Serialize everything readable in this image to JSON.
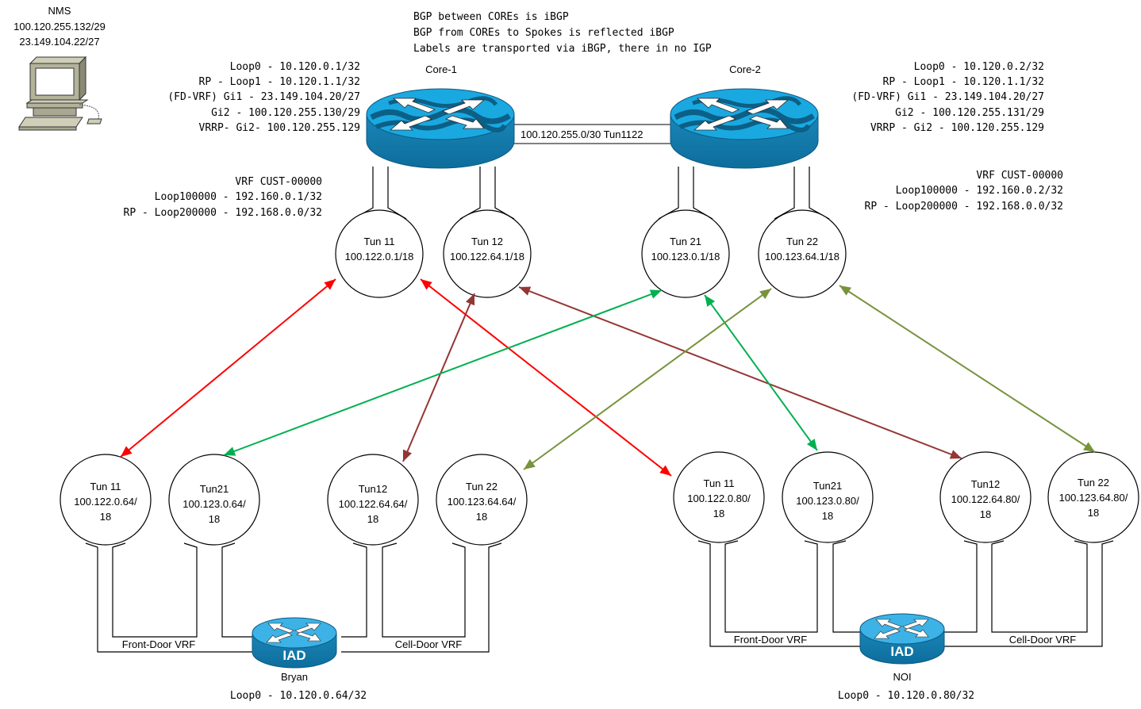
{
  "notes": {
    "lines": [
      "BGP between COREs is iBGP",
      "BGP from COREs to Spokes is reflected iBGP",
      "Labels are transported via iBGP, there in no IGP"
    ]
  },
  "nms": {
    "title": "NMS",
    "ips": [
      "100.120.255.132/29",
      "23.149.104.22/27"
    ],
    "icon": "workstation-icon"
  },
  "core_link": {
    "label": "100.120.255.0/30 Tun1122"
  },
  "cores": [
    {
      "name": "Core-1",
      "icon": "router-icon",
      "interfaces": [
        "Loop0 - 10.120.0.1/32",
        "RP - Loop1 - 10.120.1.1/32",
        "(FD-VRF) Gi1 - 23.149.104.20/27",
        "Gi2 - 100.120.255.130/29",
        "VRRP- Gi2- 100.120.255.129"
      ],
      "vrf": [
        "VRF CUST-00000",
        "Loop100000 - 192.160.0.1/32",
        "RP - Loop200000 - 192.168.0.0/32"
      ],
      "tunnels": [
        {
          "name": "Tun 11",
          "ip": "100.122.0.1/18"
        },
        {
          "name": "Tun 12",
          "ip": "100.122.64.1/18"
        }
      ]
    },
    {
      "name": "Core-2",
      "icon": "router-icon",
      "interfaces": [
        "Loop0 - 10.120.0.2/32",
        "RP - Loop1 - 10.120.1.1/32",
        "(FD-VRF) Gi1 - 23.149.104.20/27",
        "Gi2 - 100.120.255.131/29",
        "VRRP - Gi2 - 100.120.255.129"
      ],
      "vrf": [
        "VRF CUST-00000",
        "Loop100000 - 192.160.0.2/32",
        "RP - Loop200000 - 192.168.0.0/32"
      ],
      "tunnels": [
        {
          "name": "Tun 21",
          "ip": "100.123.0.1/18"
        },
        {
          "name": "Tun 22",
          "ip": "100.123.64.1/18"
        }
      ]
    }
  ],
  "spokes": [
    {
      "name": "Bryan",
      "device_label": "IAD",
      "loopback": "Loop0 - 10.120.0.64/32",
      "front_door_label": "Front-Door VRF",
      "cell_door_label": "Cell-Door VRF",
      "tunnels": [
        {
          "name": "Tun 11",
          "ip1": "100.122.0.64/",
          "ip2": "18"
        },
        {
          "name": "Tun21",
          "ip1": "100.123.0.64/",
          "ip2": "18"
        },
        {
          "name": "Tun12",
          "ip1": "100.122.64.64/",
          "ip2": "18"
        },
        {
          "name": "Tun 22",
          "ip1": "100.123.64.64/",
          "ip2": "18"
        }
      ]
    },
    {
      "name": "NOI",
      "device_label": "IAD",
      "loopback": "Loop0 - 10.120.0.80/32",
      "front_door_label": "Front-Door VRF",
      "cell_door_label": "Cell-Door VRF",
      "tunnels": [
        {
          "name": "Tun 11",
          "ip1": "100.122.0.80/",
          "ip2": "18"
        },
        {
          "name": "Tun21",
          "ip1": "100.123.0.80/",
          "ip2": "18"
        },
        {
          "name": "Tun12",
          "ip1": "100.122.64.80/",
          "ip2": "18"
        },
        {
          "name": "Tun 22",
          "ip1": "100.123.64.80/",
          "ip2": "18"
        }
      ]
    }
  ],
  "tunnel_links": [
    {
      "from": "Core-1 Tun 11",
      "to": "Bryan Tun 11",
      "color": "#ff0000"
    },
    {
      "from": "Core-1 Tun 11",
      "to": "NOI Tun 11",
      "color": "#ff0000"
    },
    {
      "from": "Core-1 Tun 12",
      "to": "Bryan Tun12",
      "color": "#943634"
    },
    {
      "from": "Core-1 Tun 12",
      "to": "NOI Tun12",
      "color": "#943634"
    },
    {
      "from": "Core-2 Tun 21",
      "to": "Bryan Tun21",
      "color": "#00b050"
    },
    {
      "from": "Core-2 Tun 21",
      "to": "NOI Tun21",
      "color": "#00b050"
    },
    {
      "from": "Core-2 Tun 22",
      "to": "Bryan Tun 22",
      "color": "#77933c"
    },
    {
      "from": "Core-2 Tun 22",
      "to": "NOI Tun 22",
      "color": "#77933c"
    }
  ]
}
